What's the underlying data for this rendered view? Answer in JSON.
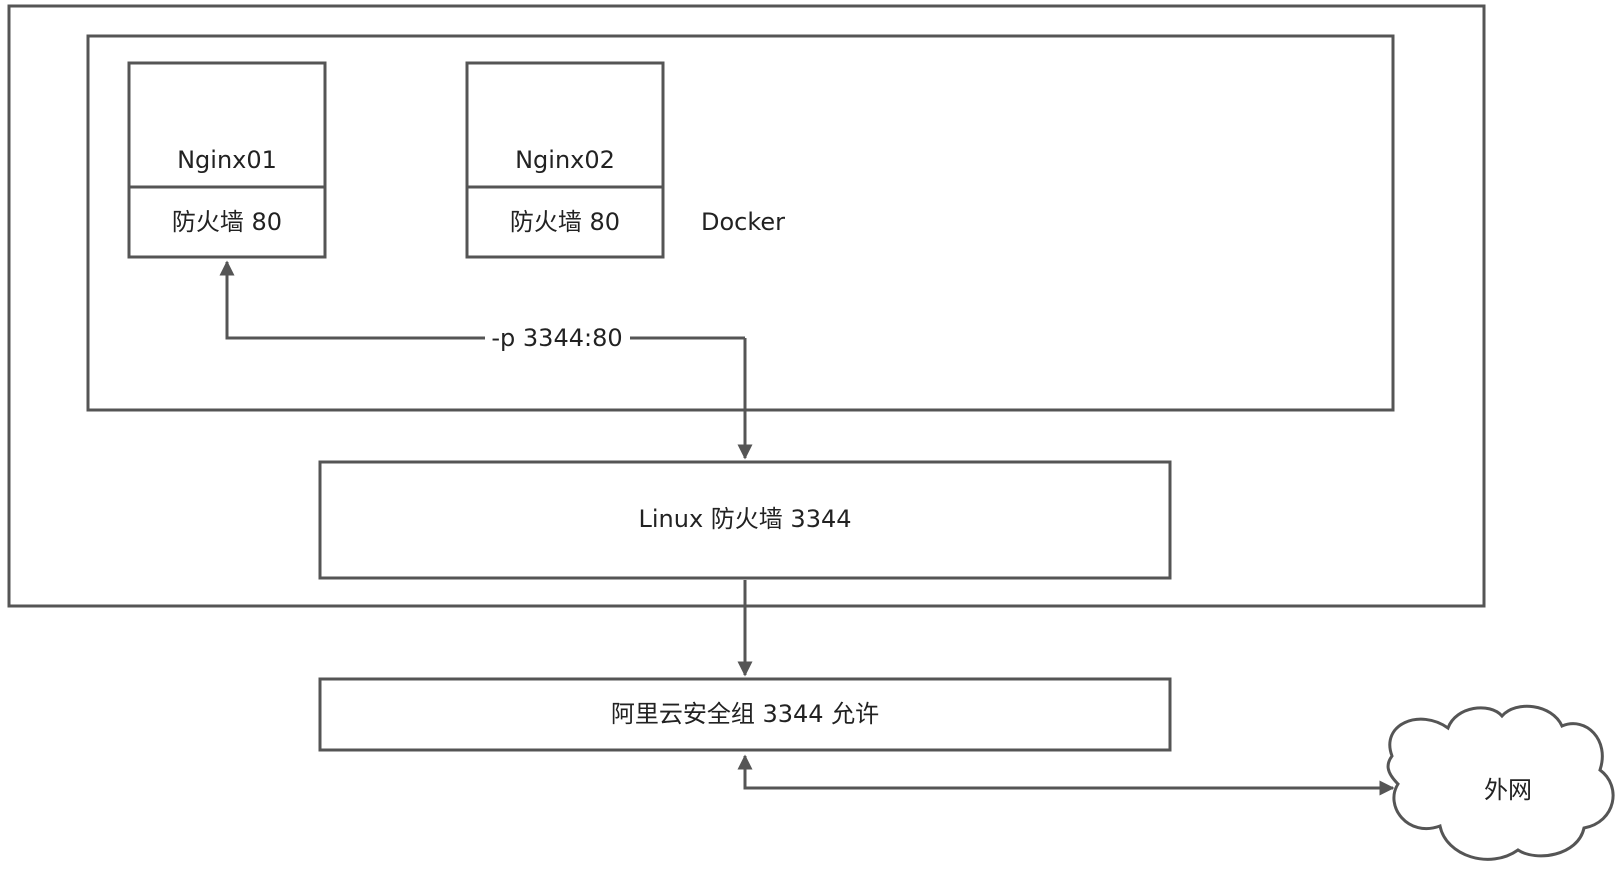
{
  "nodes": {
    "nginx01_name": "Nginx01",
    "nginx01_firewall": "防火墙 80",
    "nginx02_name": "Nginx02",
    "nginx02_firewall": "防火墙 80",
    "docker_label": "Docker",
    "linux_firewall": "Linux 防火墙 3344",
    "security_group": "阿里云安全组 3344 允许",
    "internet": "外网"
  },
  "edges": {
    "port_mapping": "-p 3344:80"
  },
  "colors": {
    "stroke": "#555555",
    "text": "#222222",
    "background": "#ffffff"
  }
}
